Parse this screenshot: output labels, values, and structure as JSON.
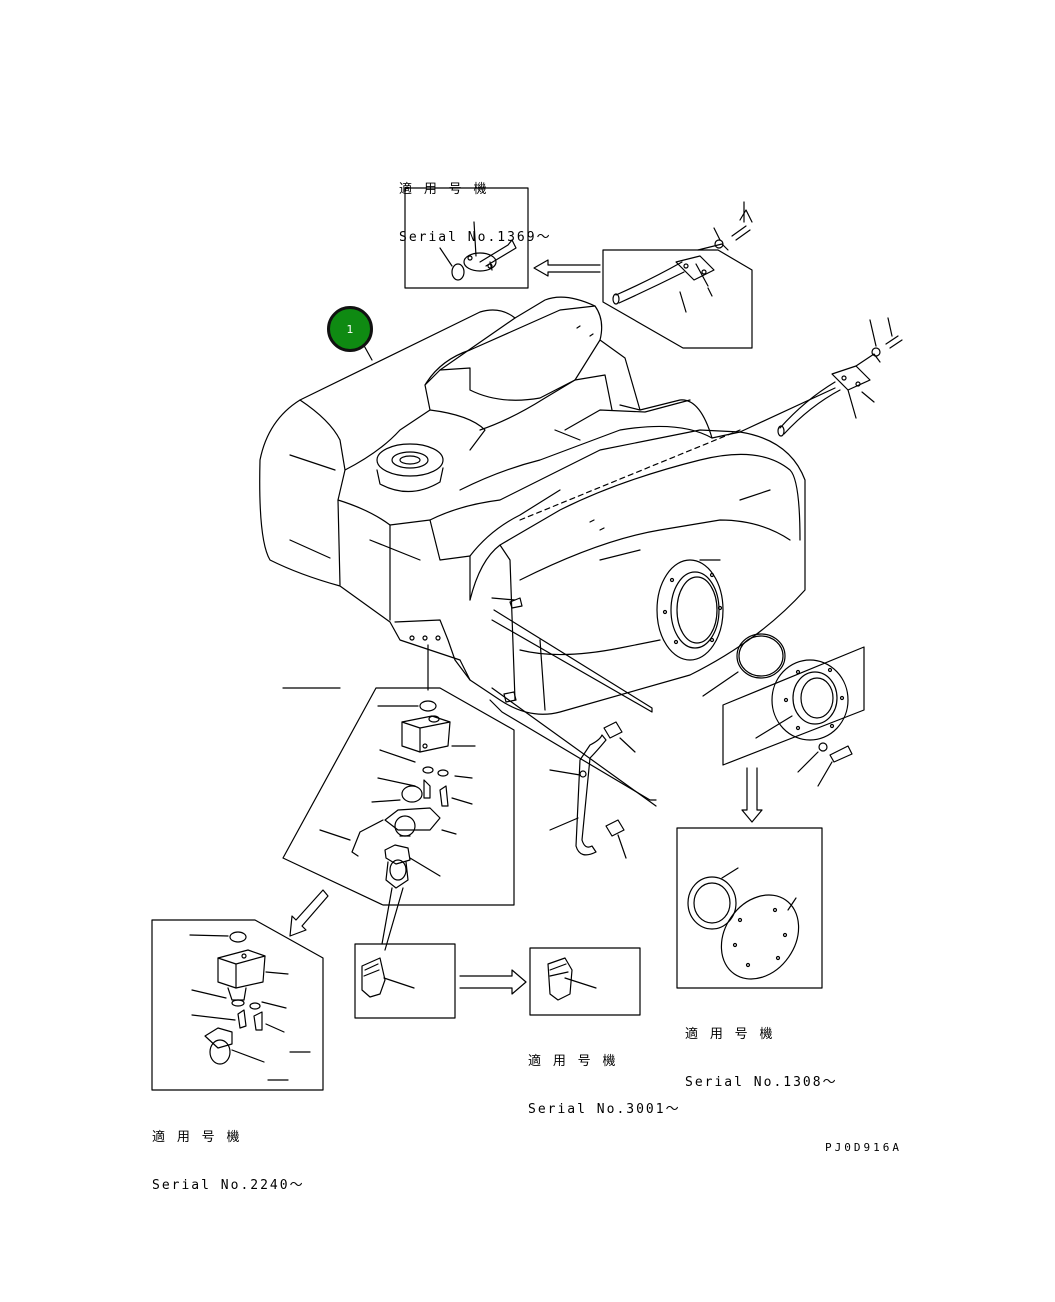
{
  "callouts": [
    {
      "id": "1",
      "label": "1",
      "color": "#0f8a12"
    }
  ],
  "notes": {
    "top": {
      "jp": "適 用 号 機",
      "serial": "Serial No.1369～"
    },
    "right": {
      "jp": "適 用 号 機",
      "serial": "Serial No.1308～"
    },
    "middle": {
      "jp": "適 用 号 機",
      "serial": "Serial No.3001～"
    },
    "left": {
      "jp": "適 用 号 機",
      "serial": "Serial No.2240～"
    }
  },
  "drawing_code": "PJ0D916A"
}
